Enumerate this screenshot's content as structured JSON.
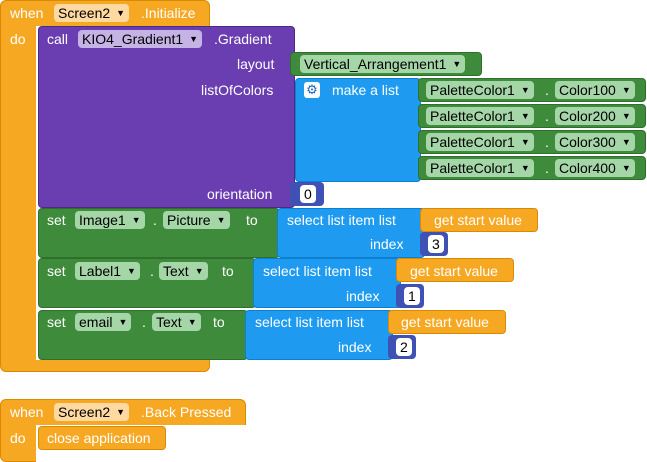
{
  "init_event": {
    "when": "when",
    "component": "Screen2",
    "event": ".Initialize",
    "do": "do"
  },
  "gradient_call": {
    "call": "call",
    "component": "KIO4_Gradient1",
    "method": ".Gradient",
    "layout_label": "layout",
    "layout_value": "Vertical_Arrangement1",
    "list_label": "listOfColors",
    "make_list": "make a list",
    "colors": [
      {
        "component": "PaletteColor1",
        "prop": "Color100"
      },
      {
        "component": "PaletteColor1",
        "prop": "Color200"
      },
      {
        "component": "PaletteColor1",
        "prop": "Color300"
      },
      {
        "component": "PaletteColor1",
        "prop": "Color400"
      }
    ],
    "dot": ".",
    "orientation_label": "orientation",
    "orientation_value": "0"
  },
  "set_blocks": [
    {
      "set": "set",
      "component": "Image1",
      "property": "Picture",
      "to": "to",
      "select": "select list item  list",
      "start": "get start value",
      "index_label": "index",
      "index_value": "3"
    },
    {
      "set": "set",
      "component": "Label1",
      "property": "Text",
      "to": "to",
      "select": "select list item  list",
      "start": "get start value",
      "index_label": "index",
      "index_value": "1"
    },
    {
      "set": "set",
      "component": "email",
      "property": "Text",
      "to": "to",
      "select": "select list item  list",
      "start": "get start value",
      "index_label": "index",
      "index_value": "2"
    }
  ],
  "back_event": {
    "when": "when",
    "component": "Screen2",
    "event": ".Back Pressed",
    "do": "do",
    "action": "close application"
  },
  "colors": {
    "event": "#f7a823",
    "event_dark": "#d98a00",
    "component": "#7e57c2",
    "component_dark": "#5e35b1",
    "list": "#1e9bf0",
    "list_dark": "#0b7fd0",
    "setter": "#3f8b3c",
    "setter_dark": "#2e6f2c",
    "field_green": "#a5d6a7",
    "field_purple": "#c5b3e6",
    "field_orange": "#ffd9a0",
    "number": "#3f51b5"
  }
}
